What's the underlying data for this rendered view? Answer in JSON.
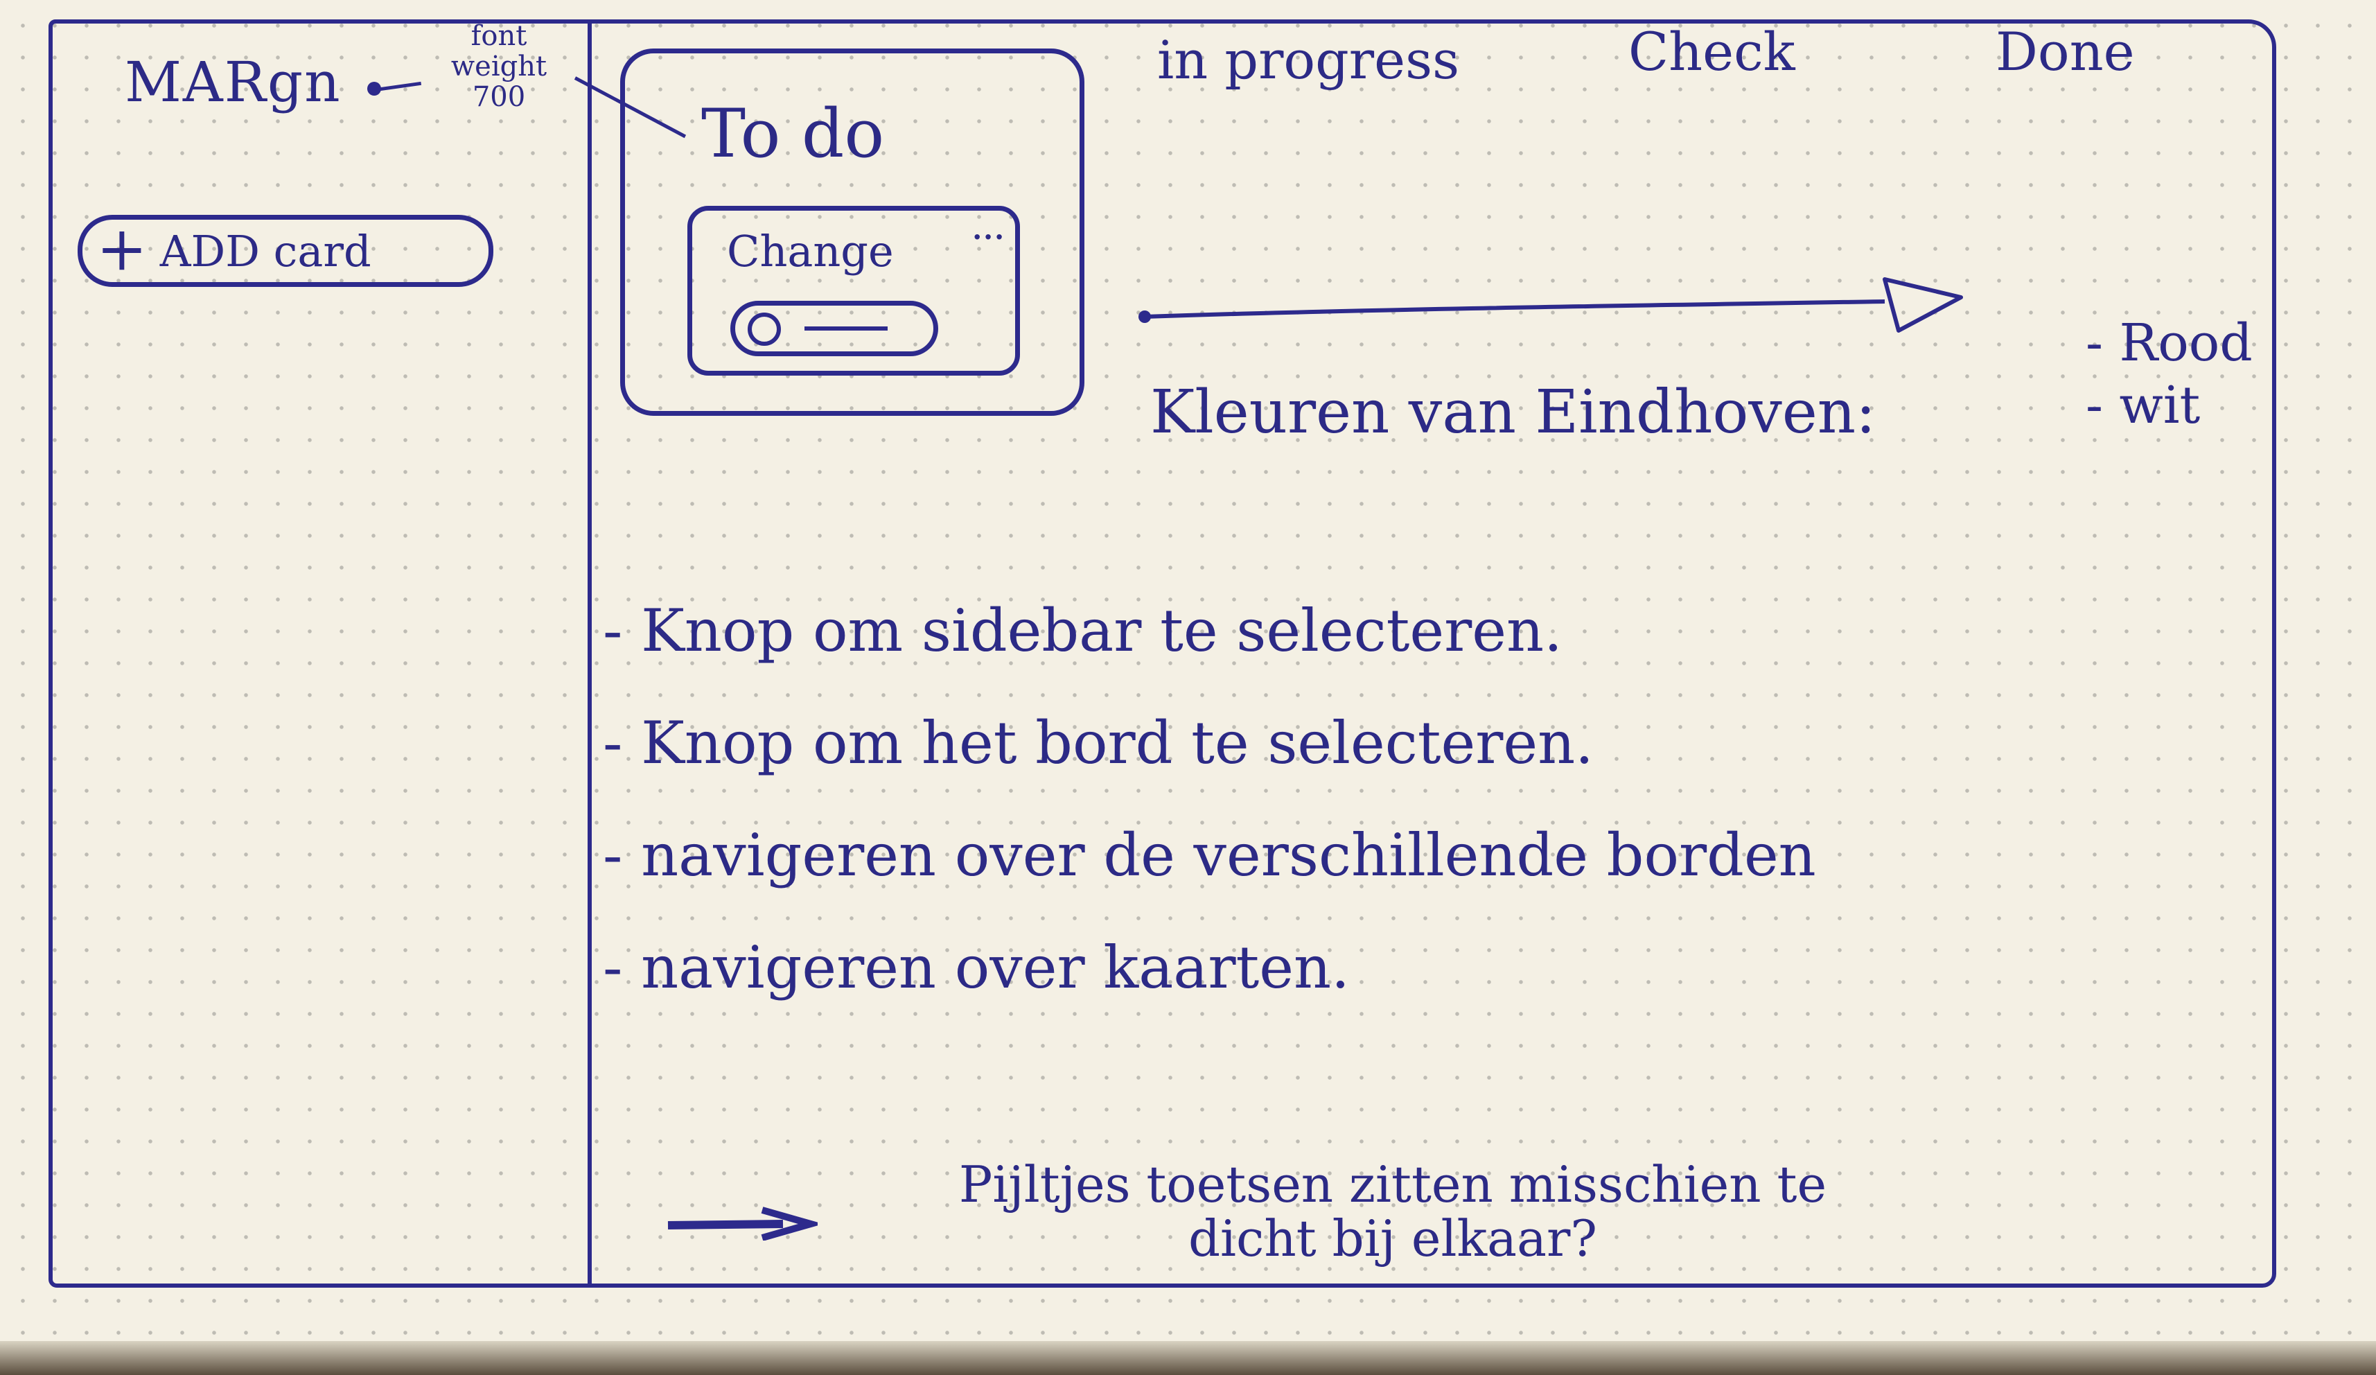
{
  "sidebar": {
    "margin_label": "MARgn",
    "font_note": [
      "font",
      "weight",
      "700"
    ],
    "add_card_label": "ADD card",
    "add_card_icon": "plus-icon"
  },
  "board": {
    "todo": {
      "title": "To do",
      "card": {
        "title": "Change",
        "menu": "..."
      }
    },
    "columns": [
      "in progress",
      "Check",
      "Done"
    ],
    "color_note": "Kleuren van Eindhoven:",
    "color_options": [
      "- Rood",
      "- wit"
    ]
  },
  "notes": [
    "- Knop om sidebar te selecteren.",
    "- Knop om het bord te selecteren.",
    "- navigeren over de verschillende borden",
    "- navigeren over kaarten."
  ],
  "tip": {
    "line1": "Pijltjes toetsen zitten misschien te",
    "line2": "dicht bij elkaar?"
  },
  "colors": {
    "ink": "#2d2a8c",
    "paper": "#f4f0e4"
  }
}
